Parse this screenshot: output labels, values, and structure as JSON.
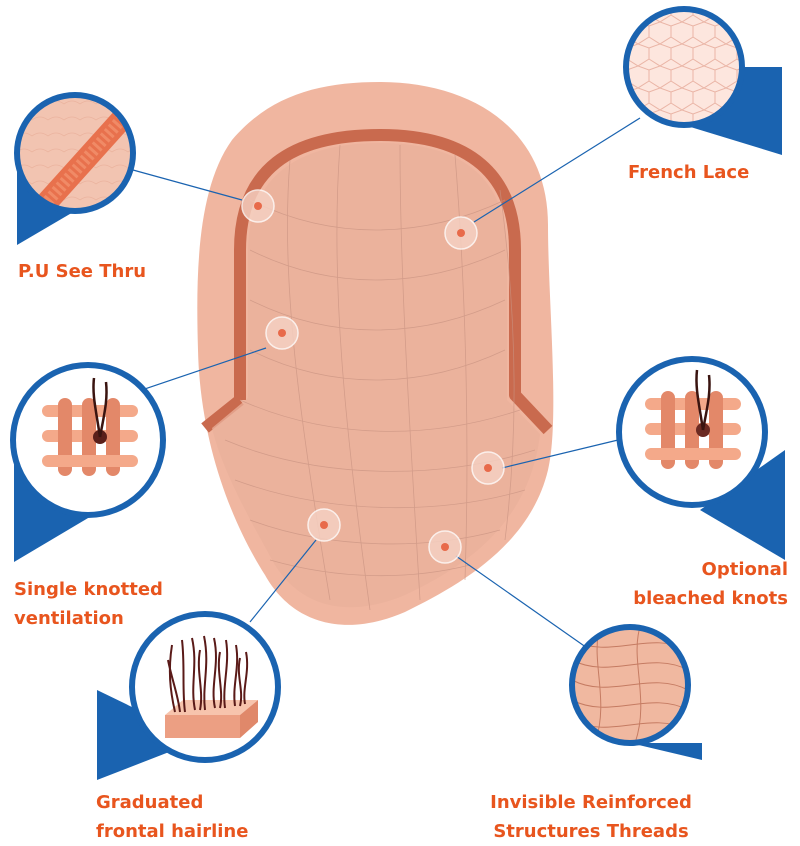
{
  "callouts": {
    "pu_see_thru": {
      "label": "P.U See Thru"
    },
    "french_lace": {
      "label": "French Lace"
    },
    "single_knotted": {
      "line1": "Single knotted",
      "line2": "ventilation"
    },
    "bleached_knots": {
      "line1": "Optional",
      "line2": "bleached knots"
    },
    "hairline": {
      "line1": "Graduated",
      "line2": "frontal hairline"
    },
    "threads": {
      "line1": "Invisible Reinforced",
      "line2": "Structures Threads"
    }
  },
  "colors": {
    "label": "#e8551e",
    "callout_ring": "#1a63b0",
    "skin": "#f0b6a0",
    "skin_inner": "#eab09b",
    "pu_band": "#c96a4e",
    "knot_dot": "#e86a4a"
  }
}
